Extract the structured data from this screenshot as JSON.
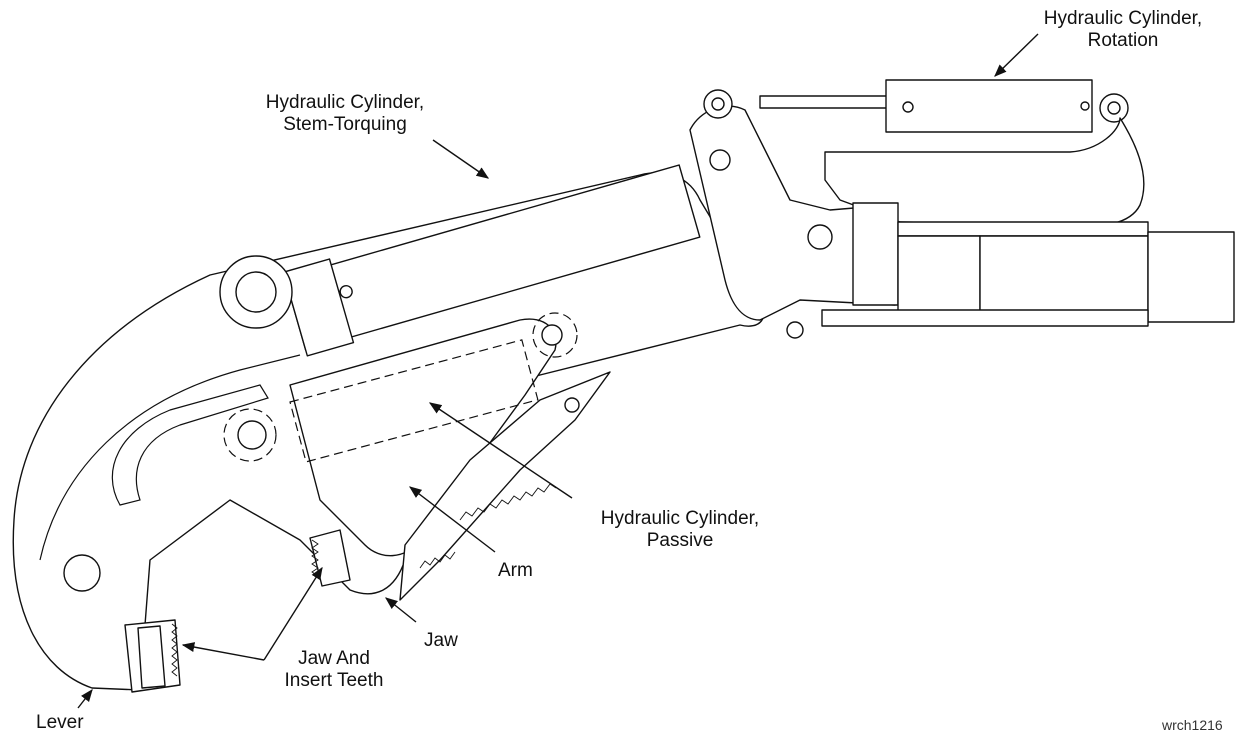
{
  "labels": {
    "rotation_cylinder": [
      "Hydraulic Cylinder,",
      "Rotation"
    ],
    "stem_torquing_cylinder": [
      "Hydraulic Cylinder,",
      "Stem-Torquing"
    ],
    "passive_cylinder": [
      "Hydraulic Cylinder,",
      "Passive"
    ],
    "arm": "Arm",
    "jaw": "Jaw",
    "jaw_teeth": [
      "Jaw And",
      "Insert Teeth"
    ],
    "lever": "Lever"
  },
  "figure_id": "wrch1216",
  "colors": {
    "line": "#111111",
    "background": "#ffffff"
  }
}
